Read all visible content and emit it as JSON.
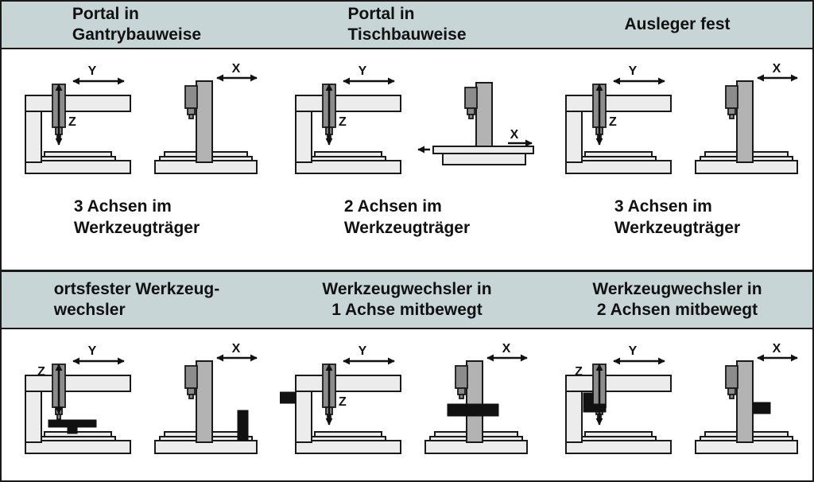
{
  "colors": {
    "header_bg": "#c7d5d7",
    "border": "#1a1a1a",
    "machine_light": "#ececec",
    "machine_medium": "#b3b3b3",
    "spindle_dark": "#8c8c8c",
    "tool_changer_black": "#111111"
  },
  "axes": {
    "x": "X",
    "y": "Y",
    "z": "Z"
  },
  "top_sections": [
    {
      "title": [
        "Portal in",
        "Gantrybauweise"
      ],
      "caption": [
        "3 Achsen im",
        "Werkzeugträger"
      ]
    },
    {
      "title": [
        "Portal in",
        "Tischbauweise"
      ],
      "caption": [
        "2 Achsen im",
        "Werkzeugträger"
      ]
    },
    {
      "title": [
        "Ausleger fest"
      ],
      "caption": [
        "3 Achsen im",
        "Werkzeugträger"
      ]
    }
  ],
  "bottom_sections": [
    {
      "title": [
        "ortsfester Werkzeug-",
        "wechsler"
      ]
    },
    {
      "title": [
        "Werkzeugwechsler in",
        "1 Achse mitbewegt"
      ]
    },
    {
      "title": [
        "Werkzeugwechsler in",
        "2 Achsen mitbewegt"
      ]
    }
  ]
}
